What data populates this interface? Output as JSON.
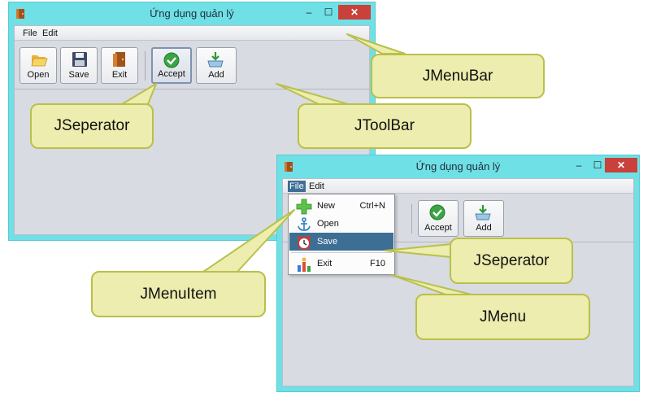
{
  "window1": {
    "title": "Ứng dụng quản lý",
    "controls": {
      "minimize": "–",
      "maximize": "☐",
      "close": "✕"
    },
    "menubar": [
      "File",
      "Edit"
    ],
    "toolbar": [
      {
        "label": "Open",
        "icon": "folder-open-icon"
      },
      {
        "label": "Save",
        "icon": "floppy-disk-icon"
      },
      {
        "label": "Exit",
        "icon": "exit-door-icon"
      },
      {
        "label": "Accept",
        "icon": "green-check-icon"
      },
      {
        "label": "Add",
        "icon": "add-tray-icon"
      }
    ]
  },
  "window2": {
    "title": "Ứng dụng quản lý",
    "controls": {
      "minimize": "–",
      "maximize": "☐",
      "close": "✕"
    },
    "menubar": [
      "File",
      "Edit"
    ],
    "active_menu": "File",
    "toolbar_partial": "t",
    "toolbar": [
      {
        "label": "Accept",
        "icon": "green-check-icon"
      },
      {
        "label": "Add",
        "icon": "add-tray-icon"
      }
    ],
    "file_menu": [
      {
        "label": "New",
        "accelerator": "Ctrl+N",
        "icon": "green-plus-icon"
      },
      {
        "label": "Open",
        "accelerator": "",
        "icon": "anchor-icon"
      },
      {
        "label": "Save",
        "accelerator": "",
        "icon": "alarm-clock-icon",
        "selected": true
      },
      {
        "label": "Exit",
        "accelerator": "F10",
        "icon": "bar-chart-icon"
      }
    ]
  },
  "callouts": {
    "jmenubar": "JMenuBar",
    "jseperator_toolbar": "JSeperator",
    "jtoolbar": "JToolBar",
    "jseperator_menu": "JSeperator",
    "jmenuitem": "JMenuItem",
    "jmenu": "JMenu"
  },
  "colors": {
    "window_frame": "#6fe0e6",
    "client_area": "#d8dbe2",
    "close_button": "#c9413a",
    "menu_highlight": "#3d6f94",
    "callout_fill": "#ecedae",
    "callout_border": "#b9c04a"
  }
}
